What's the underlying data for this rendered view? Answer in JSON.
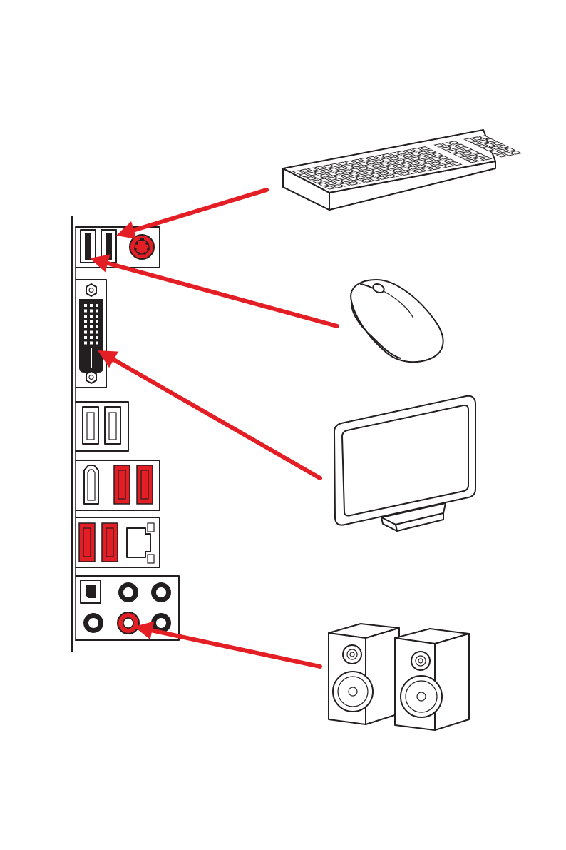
{
  "colors": {
    "accent_red": "#e31e24",
    "line": "#231f20",
    "background": "#ffffff",
    "connector_fill": "#231f20"
  },
  "diagram": {
    "io_panel": {
      "ports": [
        {
          "id": "usb-2-pair",
          "icon": "usb-port-icon"
        },
        {
          "id": "ps2-combo",
          "icon": "ps2-port-icon"
        },
        {
          "id": "dvi-d",
          "icon": "dvi-port-icon"
        },
        {
          "id": "usb-white-pair",
          "icon": "usb-port-icon"
        },
        {
          "id": "hdmi",
          "icon": "hdmi-port-icon"
        },
        {
          "id": "usb-red-pair-upper",
          "icon": "usb-port-icon"
        },
        {
          "id": "usb-red-pair-lower",
          "icon": "usb-port-icon"
        },
        {
          "id": "lan",
          "icon": "lan-port-icon"
        },
        {
          "id": "optical-spdif",
          "icon": "optical-port-icon"
        },
        {
          "id": "audio-jacks",
          "icon": "audio-jack-icon"
        }
      ]
    },
    "devices": [
      {
        "id": "keyboard",
        "icon": "keyboard-icon"
      },
      {
        "id": "mouse",
        "icon": "mouse-icon"
      },
      {
        "id": "monitor",
        "icon": "monitor-icon"
      },
      {
        "id": "speakers",
        "icon": "speakers-icon"
      }
    ],
    "connections": [
      {
        "from": "keyboard",
        "to": "usb-2-pair"
      },
      {
        "from": "mouse",
        "to": "usb-2-pair"
      },
      {
        "from": "monitor",
        "to": "dvi-d"
      },
      {
        "from": "speakers",
        "to": "audio-jacks"
      }
    ]
  }
}
